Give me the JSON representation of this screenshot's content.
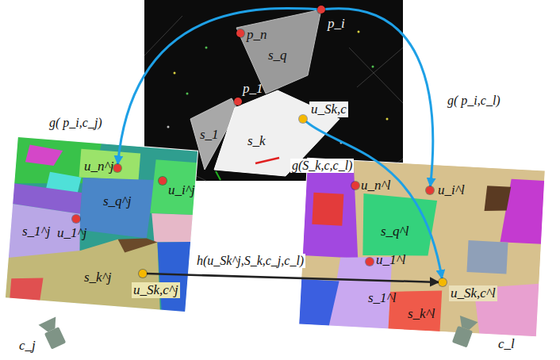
{
  "diagram": {
    "nodes": [
      {
        "text": [
          "p_i"
        ]
      },
      {
        "text": [
          "p_n"
        ]
      },
      {
        "text": [
          "s_q"
        ]
      },
      {
        "text": [
          "p_1"
        ]
      },
      {
        "text": [
          "s_1"
        ]
      },
      {
        "text": [
          "s_k"
        ]
      },
      {
        "text": [
          "u_Sk,c"
        ]
      },
      {
        "text": [
          "u_n^j"
        ]
      },
      {
        "text": [
          "u_i^j"
        ]
      },
      {
        "text": [
          "s_q^j"
        ]
      },
      {
        "text": [
          "s_1^j"
        ]
      },
      {
        "text": [
          "u_1^j"
        ]
      },
      {
        "text": [
          "s_k^j"
        ]
      },
      {
        "text": [
          "u_Sk,c^j"
        ]
      },
      {
        "text": [
          "c_j"
        ]
      },
      {
        "text": [
          "u_n^l"
        ]
      },
      {
        "text": [
          "u_i^l"
        ]
      },
      {
        "text": [
          "s_q^l"
        ]
      },
      {
        "text": [
          "u_1^l"
        ]
      },
      {
        "text": [
          "s_1^l"
        ]
      },
      {
        "text": [
          "s_k^l"
        ]
      },
      {
        "text": [
          "u_Sk,c^l"
        ]
      },
      {
        "text": [
          "c_l"
        ]
      }
    ],
    "edges": [
      {
        "from": 0,
        "to": 7,
        "label": "g( p_i,c_j)",
        "arrow": "to"
      },
      {
        "from": 0,
        "to": 16,
        "label": "g( p_i,c_l)",
        "arrow": "to"
      },
      {
        "from": 6,
        "to": 21,
        "label": "g(S_k,c,c_l)",
        "arrow": "to"
      },
      {
        "from": 13,
        "to": 21,
        "label": "h(u_Sk^j,S_k,c_j,c_l)",
        "arrow": "to"
      }
    ]
  }
}
